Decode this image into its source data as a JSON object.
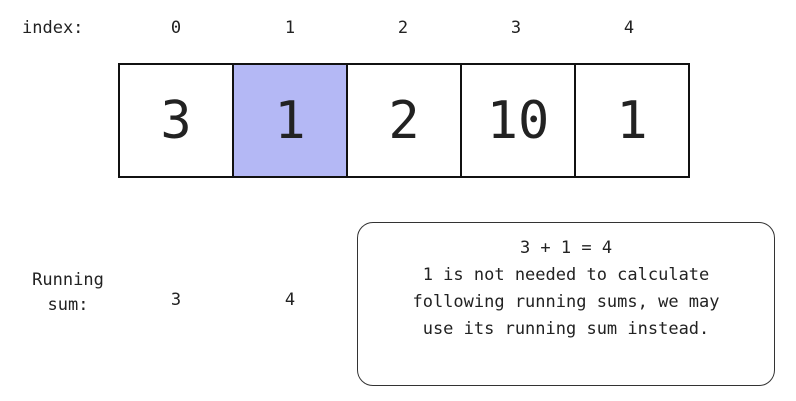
{
  "index_label": "index:",
  "indices": [
    "0",
    "1",
    "2",
    "3",
    "4"
  ],
  "array": {
    "values": [
      "3",
      "1",
      "2",
      "10",
      "1"
    ],
    "highlighted_index": 1,
    "highlight_color": "#b4b8f5"
  },
  "running_sum": {
    "label_line1": "Running",
    "label_line2": "sum:",
    "values": [
      "3",
      "4"
    ]
  },
  "note": {
    "equation": "3 + 1 = 4",
    "lines": [
      "1 is not needed to calculate",
      "following running sums, we may",
      "use its running sum instead."
    ]
  }
}
